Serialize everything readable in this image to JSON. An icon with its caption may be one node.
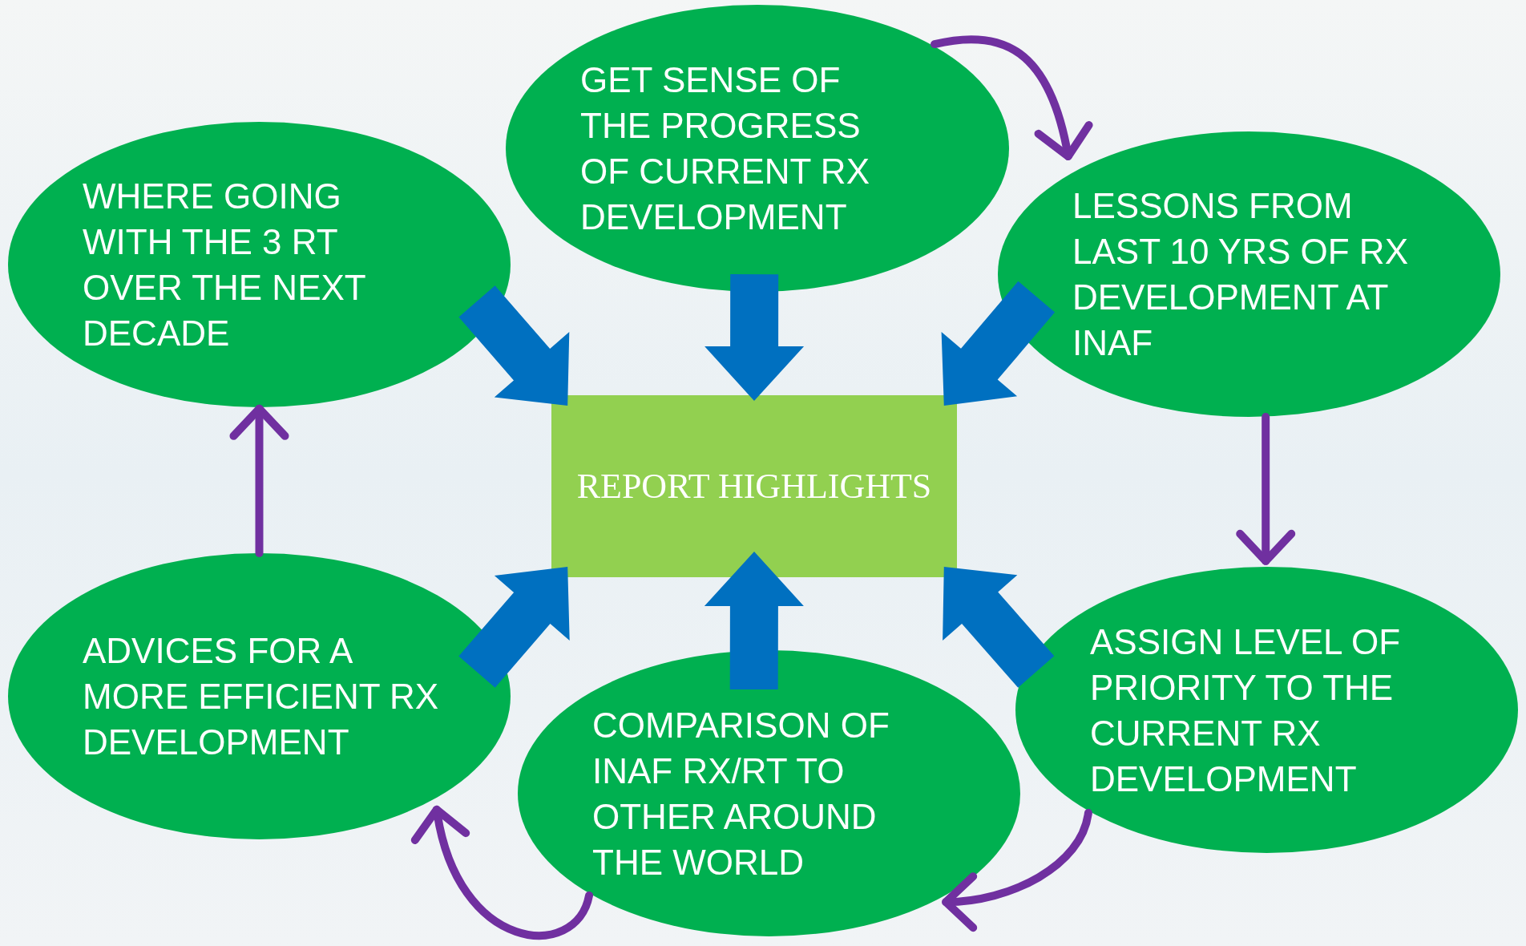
{
  "diagram": {
    "nodes": [
      {
        "text": [
          "GET SENSE OF THE PROGRESS OF CURRENT RX DEVELOPMENT"
        ]
      },
      {
        "text": [
          "WHERE GOING WITH THE 3 RT OVER THE NEXT DECADE"
        ]
      },
      {
        "text": [
          "LESSONS FROM LAST 10 YRS OF RX DEVELOPMENT AT INAF"
        ]
      },
      {
        "text": [
          "REPORT HIGHLIGHTS"
        ]
      },
      {
        "text": [
          "ADVICES FOR A MORE EFFICIENT RX DEVELOPMENT"
        ]
      },
      {
        "text": [
          "COMPARISON OF INAF RX/RT TO OTHER AROUND THE WORLD"
        ]
      },
      {
        "text": [
          "ASSIGN LEVEL OF PRIORITY TO THE CURRENT RX DEVELOPMENT"
        ]
      }
    ],
    "edges": [
      {
        "from": 0,
        "to": 3,
        "arrow": "to",
        "style": "thick"
      },
      {
        "from": 1,
        "to": 3,
        "arrow": "to",
        "style": "thick"
      },
      {
        "from": 2,
        "to": 3,
        "arrow": "to",
        "style": "thick"
      },
      {
        "from": 4,
        "to": 3,
        "arrow": "to",
        "style": "thick"
      },
      {
        "from": 5,
        "to": 3,
        "arrow": "to",
        "style": "thick"
      },
      {
        "from": 6,
        "to": 3,
        "arrow": "to",
        "style": "thick"
      },
      {
        "from": 0,
        "to": 2,
        "arrow": "to",
        "color": "#7030a0"
      },
      {
        "from": 2,
        "to": 6,
        "arrow": "to",
        "color": "#7030a0"
      },
      {
        "from": 6,
        "to": 5,
        "arrow": "to",
        "color": "#7030a0"
      },
      {
        "from": 5,
        "to": 4,
        "arrow": "to",
        "color": "#7030a0"
      },
      {
        "from": 4,
        "to": 1,
        "arrow": "to",
        "color": "#7030a0"
      }
    ]
  }
}
